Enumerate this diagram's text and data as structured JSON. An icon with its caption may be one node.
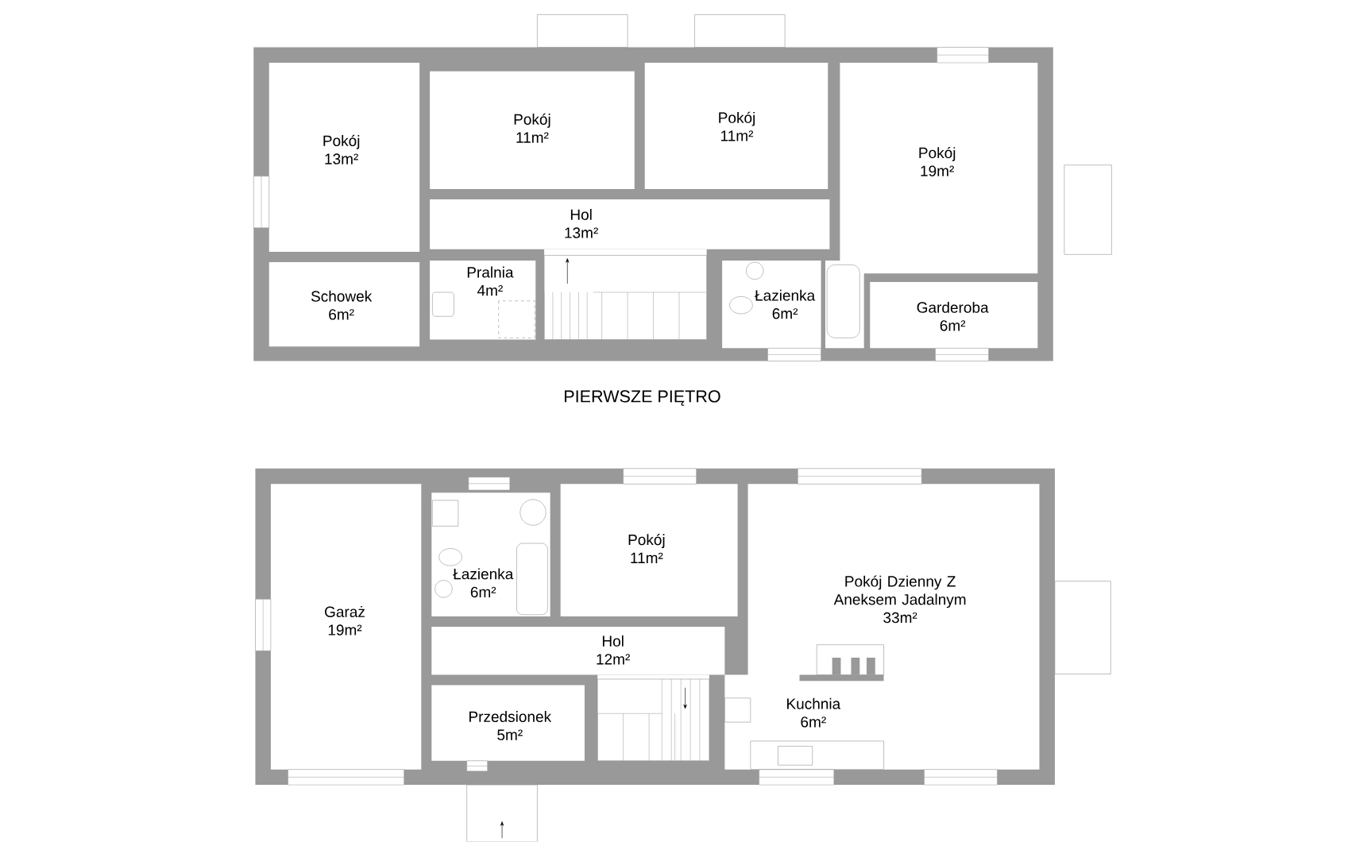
{
  "diagram": {
    "nodes": [
      {
        "text": [
          "Pokój",
          "13m²"
        ]
      },
      {
        "text": [
          "Pokój",
          "11m²"
        ]
      },
      {
        "text": [
          "Pokój",
          "11m²"
        ]
      },
      {
        "text": [
          "Pokój",
          "19m²"
        ]
      },
      {
        "text": [
          "Hol",
          "13m²"
        ]
      },
      {
        "text": [
          "Schowek",
          "6m²"
        ]
      },
      {
        "text": [
          "Pralnia",
          "4m²"
        ]
      },
      {
        "text": [
          "Łazienka",
          "6m²"
        ]
      },
      {
        "text": [
          "Garderoba",
          "6m²"
        ]
      },
      {
        "text": [
          "Pokój",
          "11m²"
        ]
      },
      {
        "text": [
          "Łazienka",
          "6m²"
        ]
      },
      {
        "text": [
          "Pokój Dzienny Z Aneksem Jadalnym",
          "33m²"
        ]
      },
      {
        "text": [
          "Garaż",
          "19m²"
        ]
      },
      {
        "text": [
          "Hol",
          "12m²"
        ]
      },
      {
        "text": [
          "Kuchnia",
          "6m²"
        ]
      },
      {
        "text": [
          "Przedsionek",
          "5m²"
        ]
      }
    ],
    "labels": [
      "PIERWSZE PIĘTRO"
    ]
  }
}
